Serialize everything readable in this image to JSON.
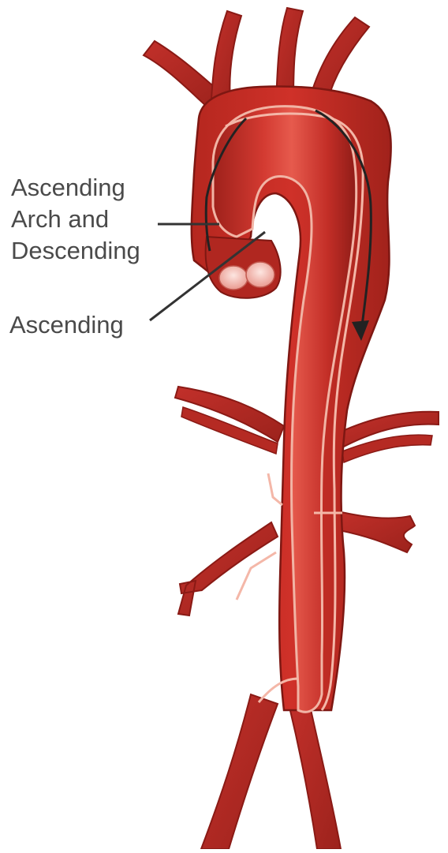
{
  "labels": {
    "type_a": [
      "Ascending",
      "Arch and",
      "Descending"
    ],
    "type_b": "Ascending"
  },
  "colors": {
    "vessel_dark": "#a3231c",
    "vessel_mid": "#c8302a",
    "vessel_light": "#e0554a",
    "vessel_highlight": "#f07a6e",
    "intimal_flap": "#f4b7a8",
    "valve": "#f6c9c2",
    "arrow": "#222222",
    "leader_line": "#333333",
    "text": "#4a4a4a"
  }
}
